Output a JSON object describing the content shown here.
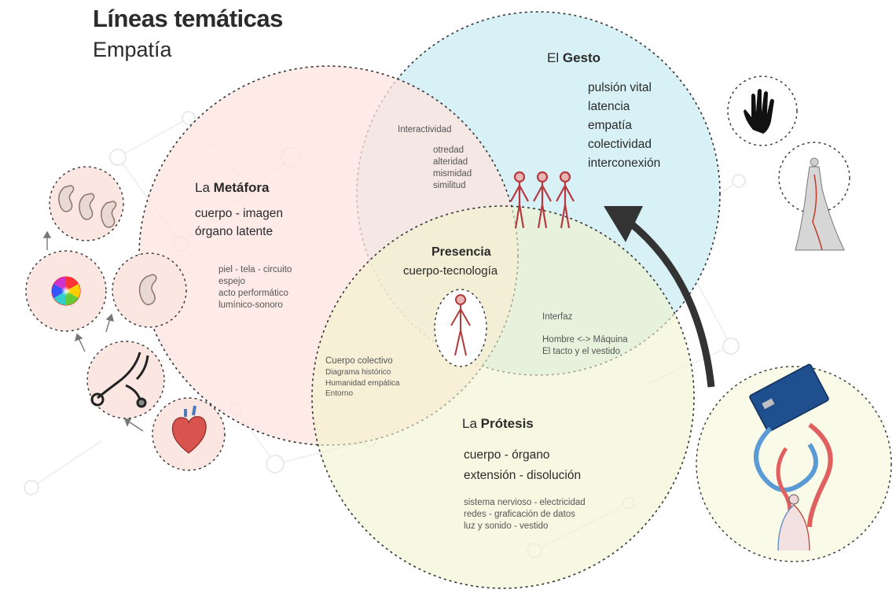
{
  "title": "Líneas temáticas",
  "subtitle": "Empatía",
  "circles": {
    "gesto": {
      "title_prefix": "El",
      "title_bold": "Gesto",
      "keywords": [
        "pulsión vital",
        "latencia",
        "empatía",
        "colectividad",
        "interconexión"
      ],
      "color": "#cfeef5"
    },
    "metafora": {
      "title_prefix": "La",
      "title_bold": "Metáfora",
      "keywords": [
        "cuerpo - imagen",
        "órgano latente"
      ],
      "details": [
        "piel - tela - circuito",
        "espejo",
        "acto performático",
        "lumínico-sonoro"
      ],
      "color": "#fde5e1"
    },
    "protesis": {
      "title_prefix": "La",
      "title_bold": "Prótesis",
      "keywords": [
        "cuerpo - órgano",
        "extensión - disolución"
      ],
      "details": [
        "sistema nervioso - electricidad",
        "redes - graficación de datos",
        "luz y sonido - vestido"
      ],
      "color": "#f3f4d2"
    }
  },
  "intersections": {
    "interactividad": {
      "label": "Interactividad",
      "items": [
        "otredad",
        "alteridad",
        "mismidad",
        "similitud"
      ]
    },
    "interfaz": {
      "label": "Interfaz",
      "items": [
        "Hombre <-> Máquina",
        "El tacto y el vestido"
      ]
    },
    "cuerpo_colectivo": {
      "label": "Cuerpo colectivo",
      "items": [
        "Diagrama histórico",
        "Humanidad empática",
        "Entorno"
      ]
    },
    "presencia": {
      "title": "Presencia",
      "subtitle": "cuerpo-tecnología"
    }
  },
  "icons": [
    "ears-icon",
    "color-wheel-icon",
    "ear-icon",
    "stethoscope-icon",
    "heart-icon",
    "hand-icon",
    "dress-icon",
    "arduino-circuit-icon",
    "human-figure-icon"
  ]
}
